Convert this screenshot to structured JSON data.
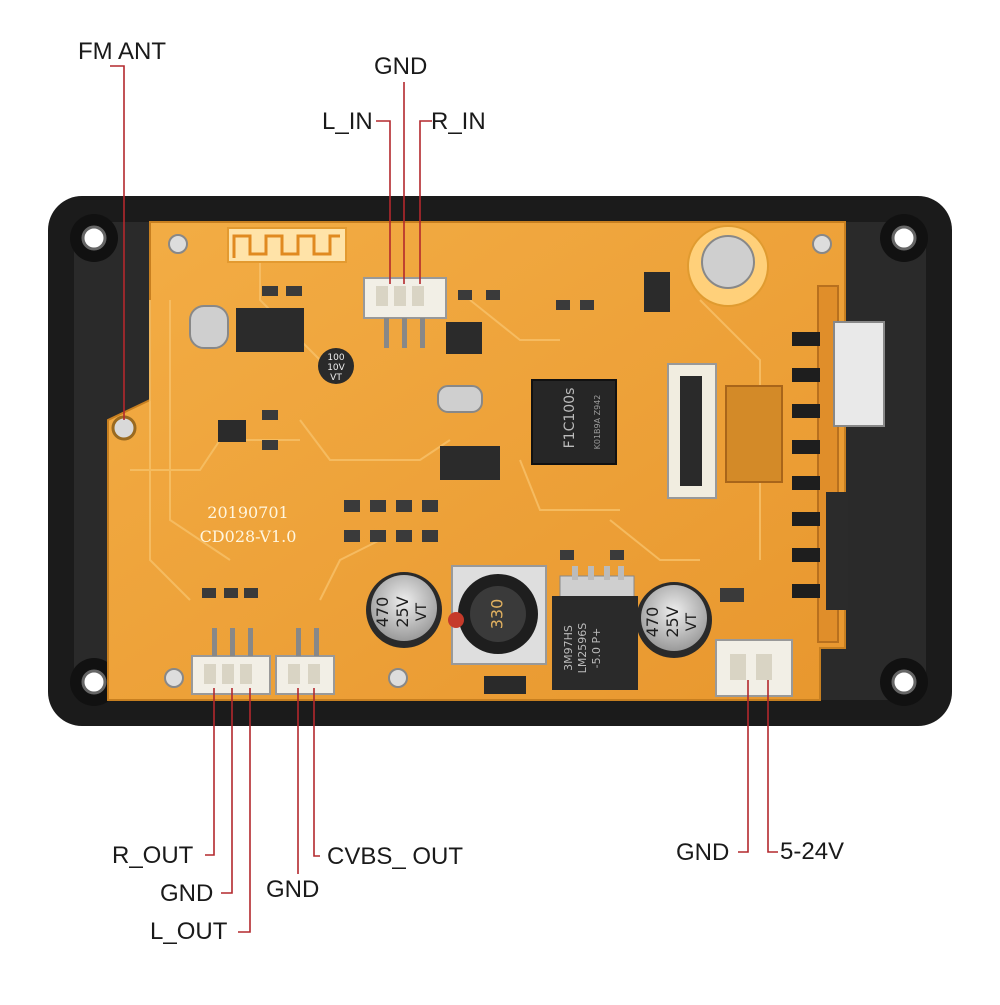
{
  "labels": {
    "fm_ant": "FM ANT",
    "gnd_top": "GND",
    "l_in": "L_IN",
    "r_in": "R_IN",
    "r_out": "R_OUT",
    "gnd_left": "GND",
    "l_out": "L_OUT",
    "gnd_mid": "GND",
    "cvbs_out": "CVBS_ OUT",
    "gnd_power": "GND",
    "power_in": "5-24V"
  },
  "board": {
    "date_code": "20190701",
    "version": "CD028-V1.0",
    "chip_main": "F1C100s",
    "chip_main_sub": "K01B9A Z942",
    "regulator_line1": "LM2596S",
    "regulator_line2": "-5.0 P+",
    "regulator_line3": "3M97HS",
    "inductor": "330",
    "cap1_line1": "470",
    "cap1_line2": "25V",
    "cap1_line3": "VT",
    "cap2_line1": "470",
    "cap2_line2": "25V",
    "cap2_line3": "VT",
    "small_cap_line1": "100",
    "small_cap_line2": "10V",
    "small_cap_line3": "VT"
  },
  "colors": {
    "pcb": "#f0a53b",
    "pcb_dark": "#d98a25",
    "frame": "#1b1b1b",
    "leader_line": "#b3282d",
    "connector": "#f2efe6"
  }
}
